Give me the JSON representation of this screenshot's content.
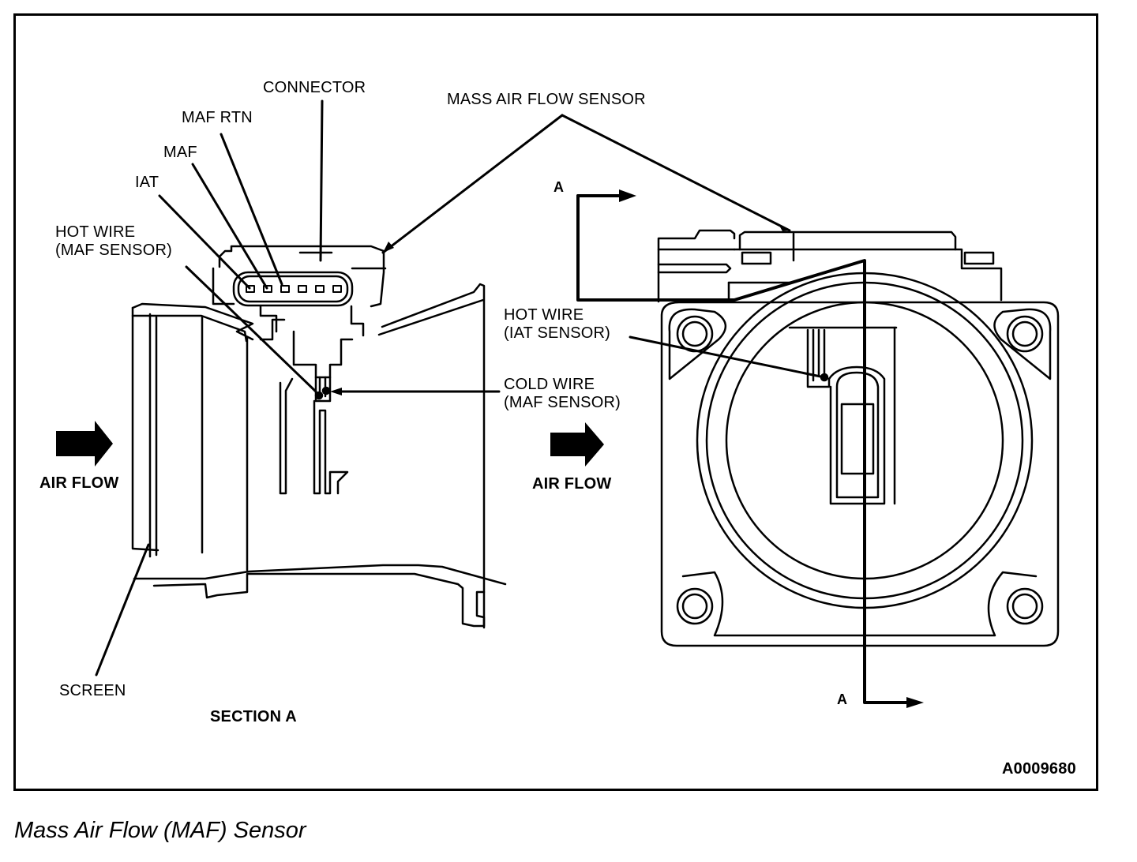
{
  "diagram": {
    "title": "Mass Air Flow (MAF) Sensor",
    "figure_id": "A0009680",
    "left_view": {
      "name": "SECTION A",
      "labels": {
        "connector": "CONNECTOR",
        "maf_rtn": "MAF RTN",
        "maf": "MAF",
        "iat": "IAT",
        "hot_wire_maf_line1": "HOT WIRE",
        "hot_wire_maf_line2": "(MAF SENSOR)",
        "cold_wire_line1": "COLD WIRE",
        "cold_wire_line2": "(MAF SENSOR)",
        "screen": "SCREEN",
        "air_flow": "AIR FLOW"
      }
    },
    "right_view": {
      "labels": {
        "mass_air_flow_sensor": "MASS AIR FLOW SENSOR",
        "hot_wire_iat_line1": "HOT WIRE",
        "hot_wire_iat_line2": "(IAT SENSOR)",
        "air_flow": "AIR FLOW",
        "section_marker_top": "A",
        "section_marker_bottom": "A"
      }
    }
  }
}
